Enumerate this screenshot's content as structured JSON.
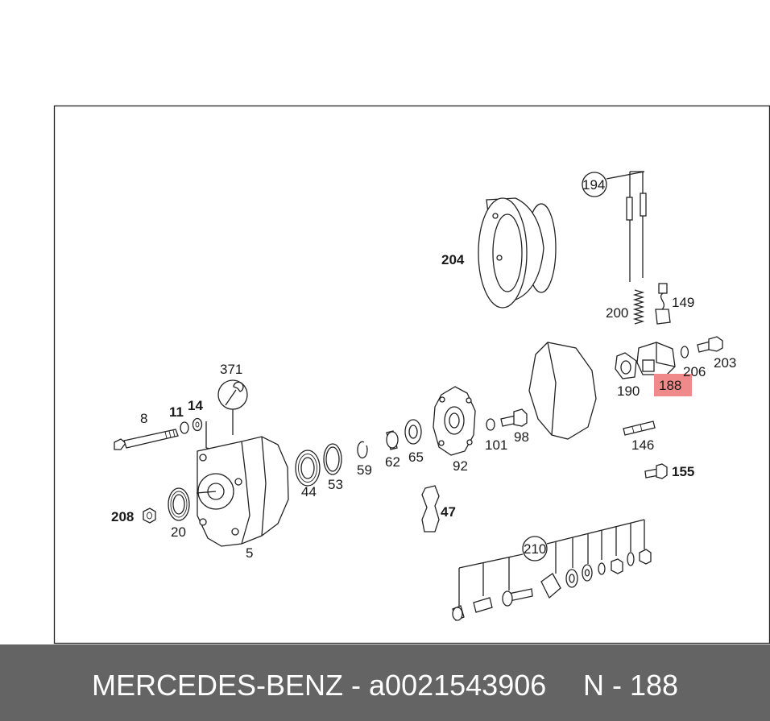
{
  "diagram": {
    "highlight_color": "#f08a8a",
    "highlighted": "188",
    "labels": {
      "l8": "8",
      "l11": "11",
      "l14": "14",
      "l371": "371",
      "l208": "208",
      "l20": "20",
      "l5": "5",
      "l44": "44",
      "l53": "53",
      "l59": "59",
      "l62": "62",
      "l65": "65",
      "l92": "92",
      "l47": "47",
      "l101": "101",
      "l98": "98",
      "l204": "204",
      "l194": "194",
      "l200": "200",
      "l149": "149",
      "l190": "190",
      "l188": "188",
      "l206": "206",
      "l203": "203",
      "l146": "146",
      "l155": "155",
      "l210": "210"
    }
  },
  "footer": {
    "background": "#646464",
    "text": "MERCEDES-BENZ - a0021543906",
    "position_text": "N - 188"
  }
}
